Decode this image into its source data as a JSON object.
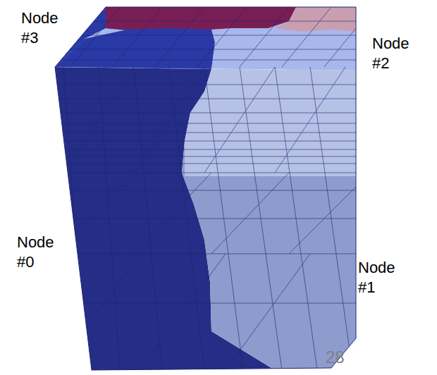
{
  "diagram": {
    "labels": [
      "Node #3",
      "Node #2",
      "Node #0",
      "Node #1",
      "28"
    ]
  }
}
